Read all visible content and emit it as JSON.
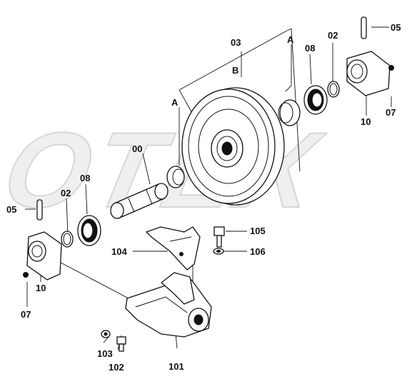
{
  "callouts": {
    "c00": "00",
    "c02_top": "02",
    "c02_left": "02",
    "c03": "03",
    "c05_top": "05",
    "c05_left": "05",
    "c07_right": "07",
    "c07_left": "07",
    "c08_top": "08",
    "c08_left": "08",
    "c10_right": "10",
    "c10_left": "10",
    "c101": "101",
    "c102": "102",
    "c103": "103",
    "c104": "104",
    "c105": "105",
    "c106": "106",
    "ref_a_top": "A",
    "ref_a_left": "A",
    "ref_b": "B"
  },
  "watermark": {
    "text": "OTEX"
  }
}
